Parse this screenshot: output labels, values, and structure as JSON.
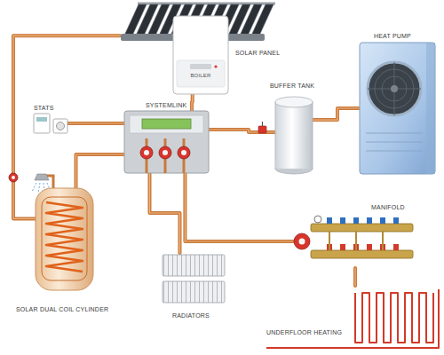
{
  "diagram": {
    "nodes": [
      {
        "text": [
          "SOLAR PANEL"
        ]
      },
      {
        "text": [
          "BOILER"
        ]
      },
      {
        "text": [
          "STATS"
        ]
      },
      {
        "text": [
          "SYSTEMLINK"
        ]
      },
      {
        "text": [
          "BUFFER TANK"
        ]
      },
      {
        "text": [
          "HEAT PUMP"
        ]
      },
      {
        "text": [
          "SOLAR DUAL COIL CYLINDER"
        ]
      },
      {
        "text": [
          "RADIATORS"
        ]
      },
      {
        "text": [
          "MANIFOLD"
        ]
      },
      {
        "text": [
          "UNDERFLOOR HEATING"
        ]
      }
    ],
    "edges": [
      {
        "from": 0,
        "to": 6,
        "arrow": "none"
      },
      {
        "from": 1,
        "to": 3,
        "arrow": "none"
      },
      {
        "from": 2,
        "to": 3,
        "arrow": "none"
      },
      {
        "from": 3,
        "to": 4,
        "arrow": "none"
      },
      {
        "from": 4,
        "to": 5,
        "arrow": "none"
      },
      {
        "from": 3,
        "to": 6,
        "arrow": "none"
      },
      {
        "from": 3,
        "to": 7,
        "arrow": "none"
      },
      {
        "from": 3,
        "to": 8,
        "arrow": "none"
      },
      {
        "from": 8,
        "to": 9,
        "arrow": "none"
      }
    ]
  }
}
